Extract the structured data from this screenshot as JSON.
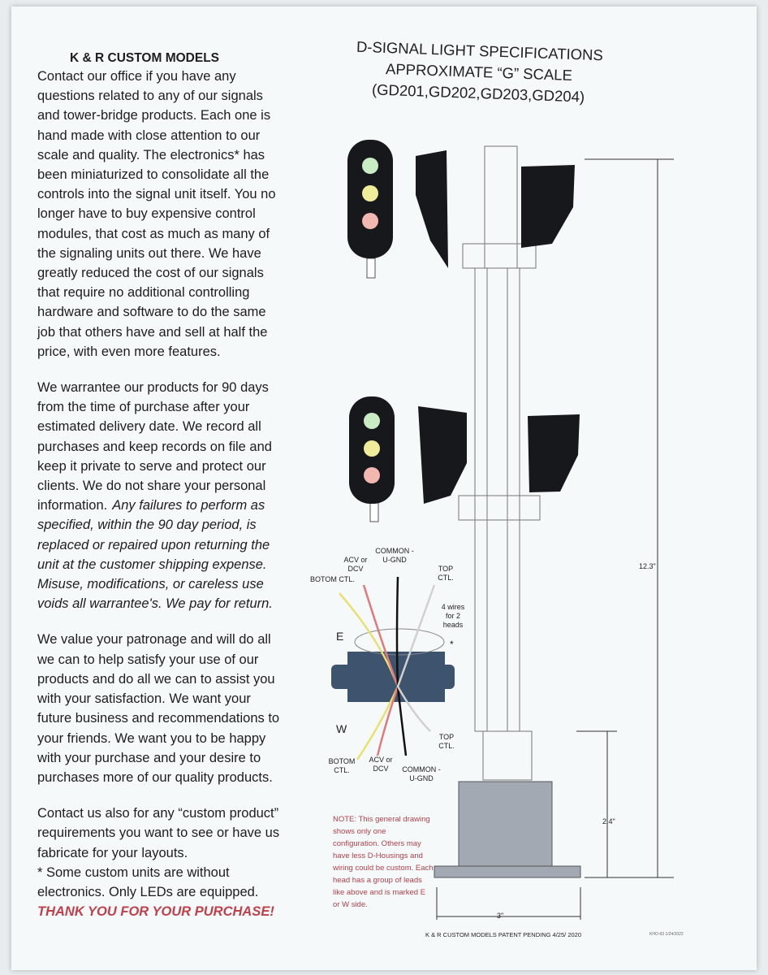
{
  "company": "K & R CUSTOM MODELS",
  "paragraphs": [
    [
      "Contact our office if you have any",
      "questions related to any of our signals",
      "and tower-bridge products.  Each one is",
      "hand made with close attention to our",
      "scale and quality.  The electronics* has",
      "been miniaturized to consolidate all the",
      "controls into the signal unit itself.  You no",
      "longer have to buy expensive control",
      "modules,  that cost as much as many of",
      "the signaling units out there.  We have",
      "greatly reduced the cost of our signals",
      "that require no additional controlling",
      "hardware and software to do the same",
      "job that others have and sell at half the",
      "price, with even more features."
    ],
    [
      "We warrantee our products for 90 days",
      "from the time of purchase after your",
      "estimated delivery date.  We record all",
      "purchases and keep records on file and",
      "keep it private to serve and protect our",
      "clients.  We do not share your personal",
      "information."
    ],
    [
      "Any failures to perform as",
      "specified, within the 90 day period, is",
      "replaced or repaired upon returning the",
      "unit at the customer shipping expense.",
      "Misuse, modifications, or careless use",
      "voids all warrantee's. We pay for return."
    ],
    [
      "We value your patronage and will do all",
      "we can to help satisfy your use of our",
      "products and do all we can to assist you",
      "with your satisfaction.  We want your",
      "future business and recommendations to",
      "your friends.  We want you to be happy",
      "with your purchase and your desire to",
      "purchases more of our quality products."
    ],
    [
      "Contact us also for any “custom product”",
      "requirements you want to see or have us",
      "fabricate for your layouts.",
      "* Some custom units are without",
      "electronics.  Only LEDs are equipped."
    ]
  ],
  "thanks": "THANK YOU FOR YOUR PURCHASE!",
  "title": [
    "D-SIGNAL LIGHT SPECIFICATIONS",
    "APPROXIMATE “G” SCALE",
    "(GD201,GD202,GD203,GD204)"
  ],
  "wiring": {
    "top": {
      "botom": "BOTOM CTL.",
      "acv": "ACV or DCV",
      "common": "COMMON -U-GND",
      "topctl": "TOP CTL.",
      "wires": "4 wires for 2 heads",
      "star": "*"
    },
    "e": "E",
    "w": "W",
    "bottom": {
      "botom": "BOTOM CTL.",
      "acv": "ACV or DCV",
      "common": "COMMON -U-GND",
      "topctl": "TOP CTL."
    }
  },
  "dimensions": {
    "height": "12.3\"",
    "base_height": "2.4\"",
    "width": "3\""
  },
  "note": "NOTE: This general drawing shows only one configuration.  Others may have less D-Housings and wiring could be custom. Each head has a group of leads like above and is marked E or W side.",
  "footer": "K & R CUSTOM MODELS  PATENT PENDING 4/25/ 2020",
  "tiny": "KHO-93  1/24/2022",
  "colors": {
    "thanks": "#c0404a",
    "box": "#3e536e",
    "base": "#a3a9b2",
    "green": "#c9ecc4",
    "yellow": "#efec9a",
    "red": "#f2b7b0"
  }
}
